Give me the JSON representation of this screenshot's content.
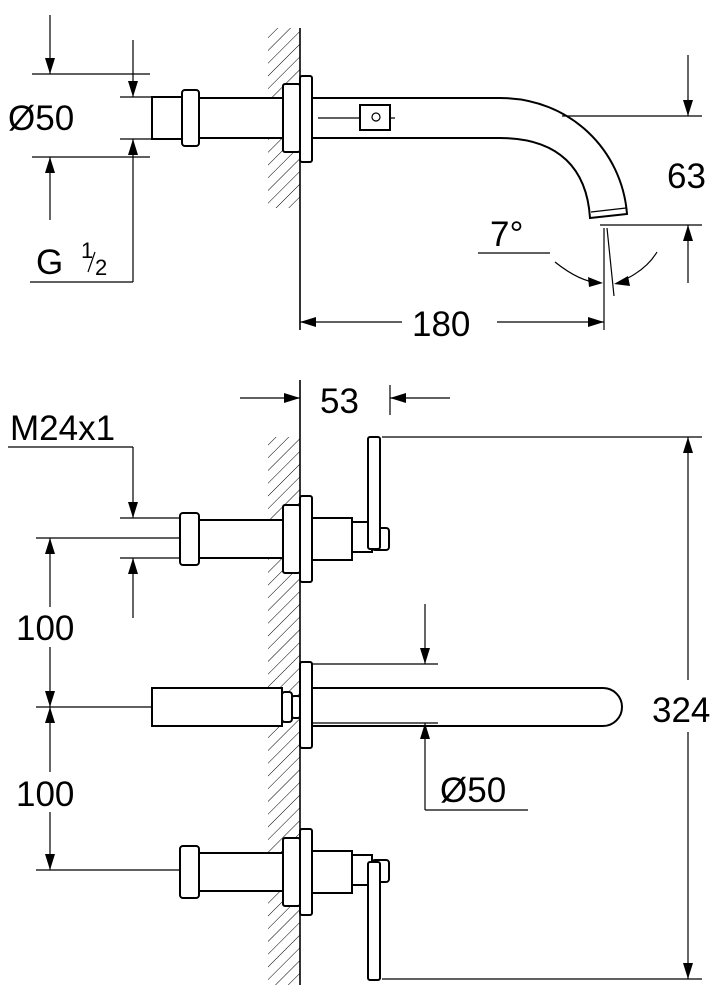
{
  "side_view": {
    "dia_label": "Ø50",
    "thread_main": "G",
    "thread_num": "1",
    "thread_den": "2",
    "height_label": "63",
    "angle_label": "7°",
    "length_label": "180"
  },
  "front_view": {
    "depth_label": "53",
    "thread_label": "M24x1",
    "spacing_top_label": "100",
    "spacing_bottom_label": "100",
    "dia_label": "Ø50",
    "height_label": "324"
  }
}
